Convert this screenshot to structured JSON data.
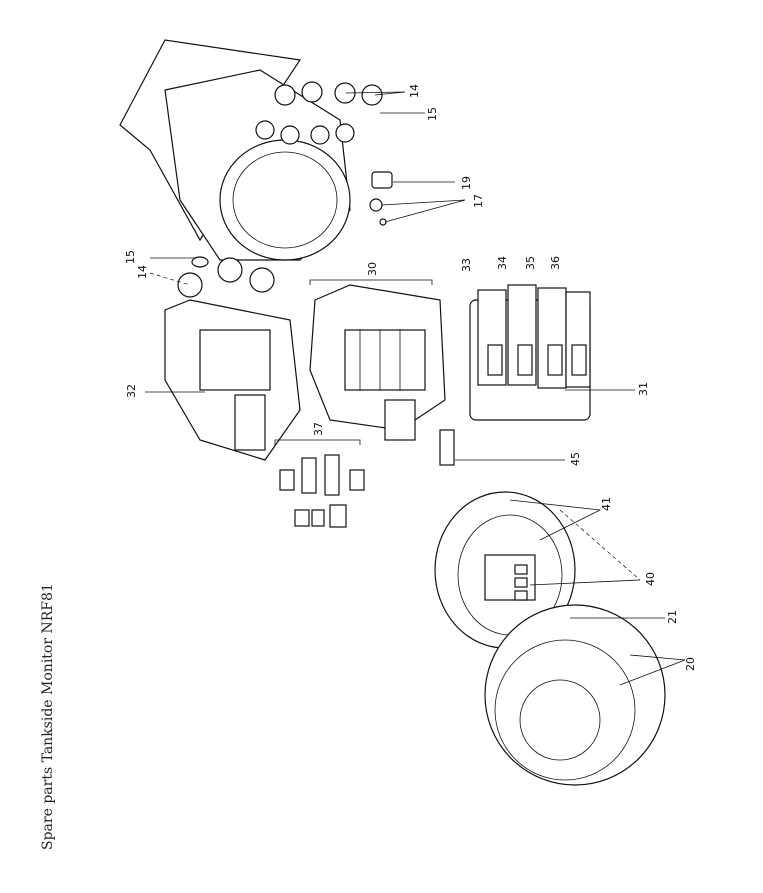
{
  "caption": "Spare parts Tankside Monitor NRF81",
  "callouts": [
    "14",
    "15",
    "19",
    "17",
    "15",
    "14",
    "30",
    "33",
    "34",
    "35",
    "36",
    "32",
    "31",
    "37",
    "45",
    "41",
    "40",
    "21",
    "20"
  ]
}
